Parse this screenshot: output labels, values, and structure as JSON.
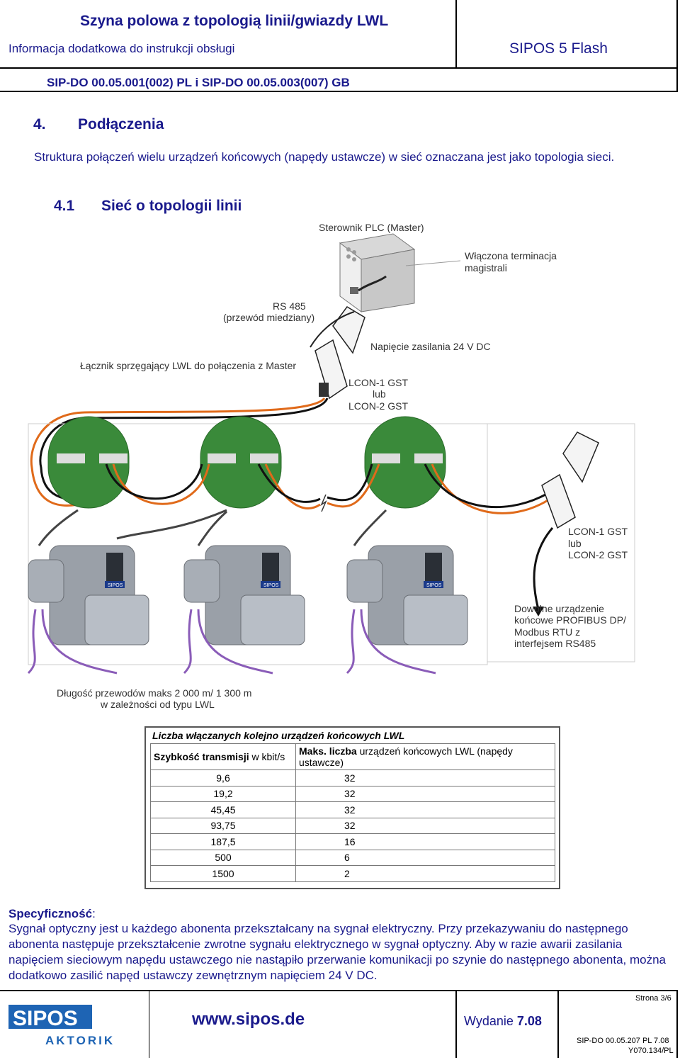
{
  "header": {
    "title": "Szyna polowa z topologią linii/gwiazdy LWL",
    "info": "Informacja dodatkowa do instrukcji obsługi",
    "model": "SIPOS 5 Flash",
    "doc_code": "SIP-DO 00.05.001(002) PL i SIP-DO 00.05.003(007) GB"
  },
  "section": {
    "number": "4.",
    "title": "Podłączenia",
    "intro": "Struktura połączeń wielu urządzeń końcowych (napędy ustawcze) w sieć oznaczana jest jako topologia sieci."
  },
  "subsection": {
    "number": "4.1",
    "title": "Sieć o topologii linii"
  },
  "diagram": {
    "plc": "Sterownik PLC (Master)",
    "termination": [
      "Włączona terminacja",
      "magistrali"
    ],
    "rs485": [
      "RS 485",
      "(przewód miedziany)"
    ],
    "coupler": "Łącznik sprzęgający LWL do połączenia z Master",
    "power": "Napięcie zasilania 24 V DC",
    "lcon_top": [
      "LCON-1 GST",
      "lub",
      "LCON-2 GST"
    ],
    "lcon_right": [
      "LCON-1 GST",
      "lub",
      "LCON-2 GST"
    ],
    "device": [
      "Dowolne urządzenie",
      "końcowe PROFIBUS DP/",
      "Modbus RTU z",
      "interfejsem RS485"
    ],
    "cable_length": [
      "Długość przewodów maks  2 000 m/ 1 300 m",
      "w zależności od typu LWL"
    ],
    "badge": "SIPOS"
  },
  "table": {
    "caption": "Liczba włączanych kolejno urządzeń końcowych LWL",
    "col1_bold": "Szybkość transmisji",
    "col1_rest": " w kbit/s",
    "col2_bold": "Maks. liczba",
    "col2_rest": " urządzeń końcowych LWL (napędy ustawcze)",
    "rows": [
      [
        "9,6",
        "32"
      ],
      [
        "19,2",
        "32"
      ],
      [
        "45,45",
        "32"
      ],
      [
        "93,75",
        "32"
      ],
      [
        "187,5",
        "16"
      ],
      [
        "500",
        "6"
      ],
      [
        "1500",
        "2"
      ]
    ]
  },
  "spec": {
    "heading": "Specyficzność",
    "colon": ":",
    "text": "Sygnał optyczny jest u każdego abonenta przekształcany na sygnał elektryczny. Przy przekazywaniu do następnego abonenta następuje przekształcenie zwrotne sygnału elektrycznego w sygnał optyczny. Aby w razie awarii zasilania napięciem sieciowym napędu ustawczego nie nastąpiło przerwanie komunikacji po szynie do następnego abonenta, można dodatkowo zasilić napęd ustawczy zewnętrznym napięciem 24 V DC."
  },
  "footer": {
    "logo_top": "SIPOS",
    "logo_bottom": "AKTORIK",
    "website": "www.sipos.de",
    "edition_label": "Wydanie ",
    "edition_value": "7.08",
    "page": "Strona 3/6",
    "code1": "SIP-DO 00.05.207 PL 7.08",
    "code2": "Y070.134/PL"
  },
  "colors": {
    "accent": "#1a1a8c",
    "fiber": "#e06a1a",
    "cable": "#8a5cb8",
    "pcb": "#3a8a3a"
  }
}
